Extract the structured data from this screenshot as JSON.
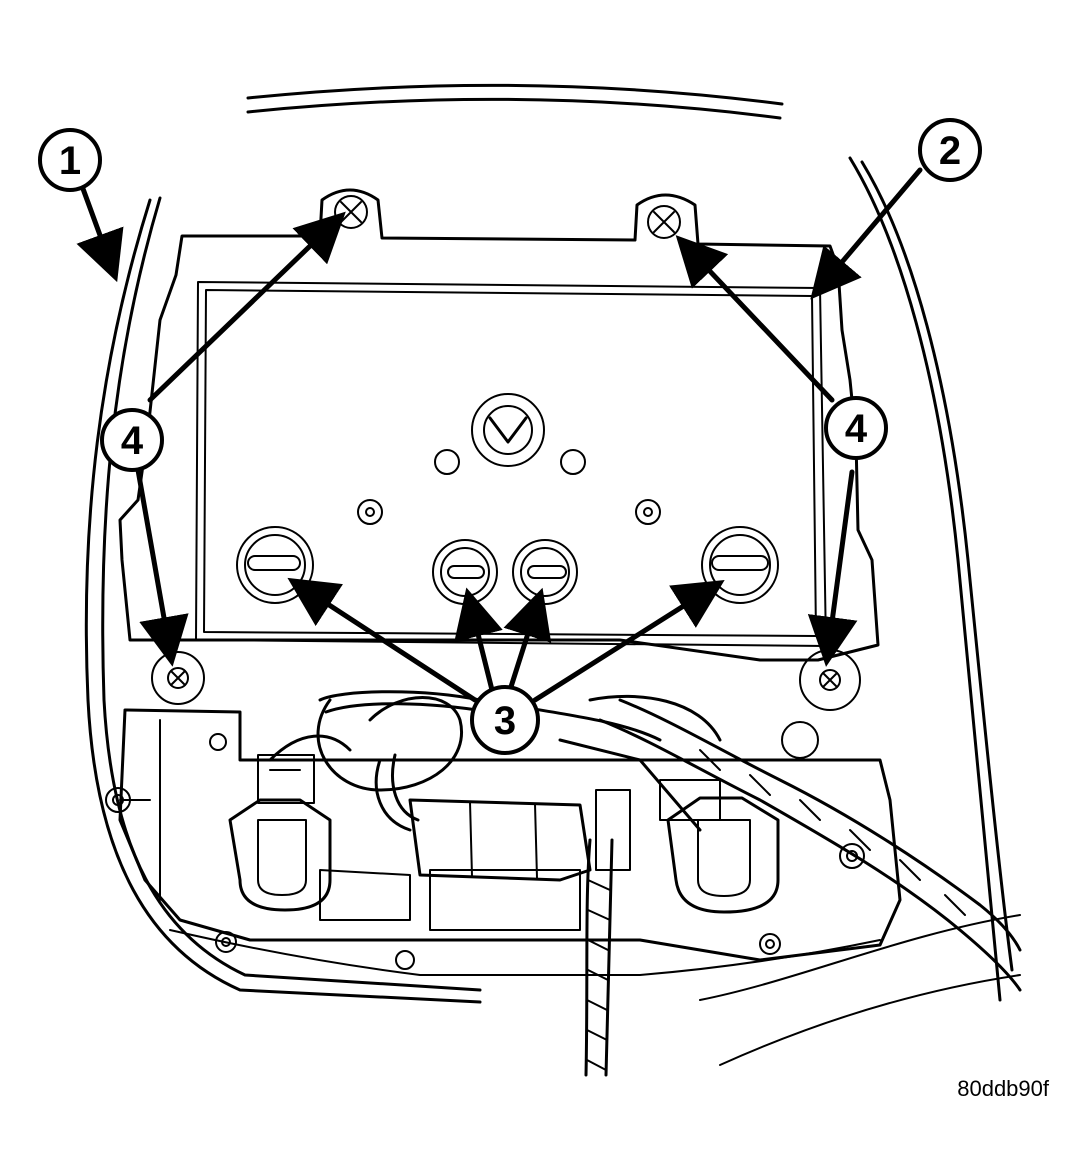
{
  "diagram": {
    "figure_id": "80ddb90f",
    "colors": {
      "ink": "#000000",
      "paper": "#ffffff"
    },
    "callouts": [
      {
        "id": "callout-1",
        "label": "1"
      },
      {
        "id": "callout-2",
        "label": "2"
      },
      {
        "id": "callout-3",
        "label": "3"
      },
      {
        "id": "callout-4-left",
        "label": "4"
      },
      {
        "id": "callout-4-right",
        "label": "4"
      }
    ]
  }
}
